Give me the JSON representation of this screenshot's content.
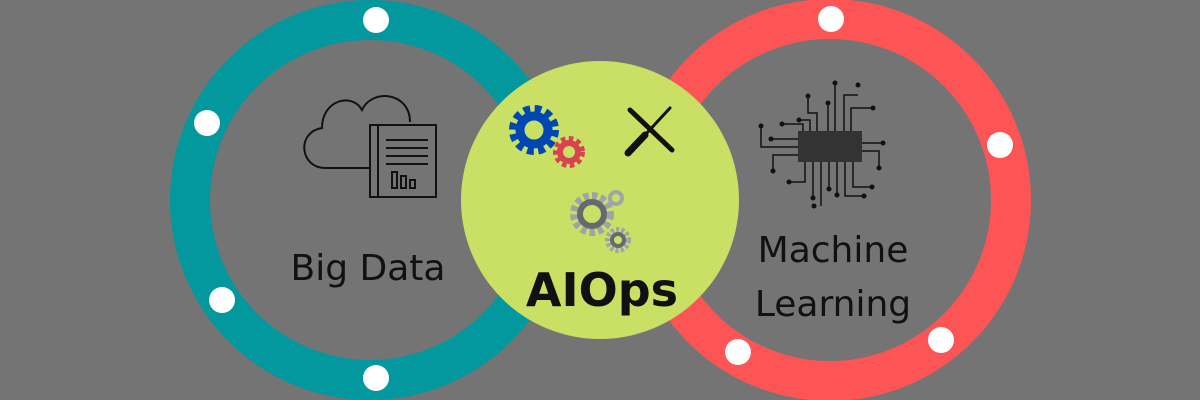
{
  "big_data": {
    "label": "Big Data",
    "icon": "cloud-document-chart-icon"
  },
  "aiops": {
    "label": "AIOps",
    "icons": [
      "gears-icon",
      "tools-icon",
      "gray-gears-icon"
    ]
  },
  "machine_learning": {
    "label_line1": "Machine",
    "label_line2": "Learning",
    "icon": "circuit-chip-icon"
  },
  "colors": {
    "background": "#747474",
    "teal": "#03989e",
    "red": "#fd5555",
    "green": "#c9e065",
    "blue_gear": "#0047b3",
    "red_gear": "#d9434f"
  }
}
